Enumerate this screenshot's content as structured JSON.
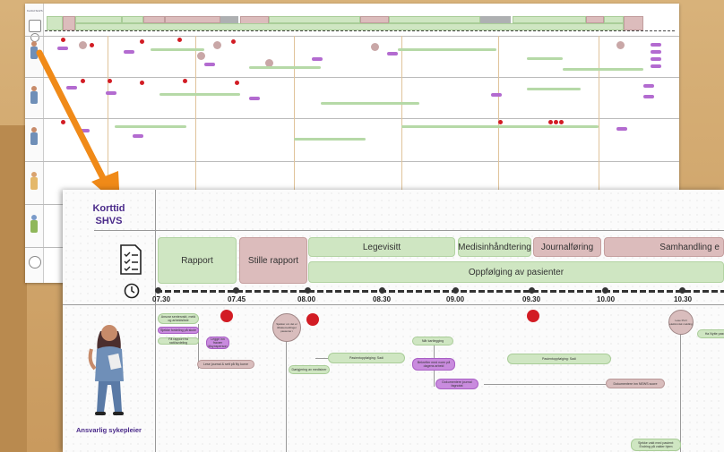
{
  "board": {
    "title": "Korttid SHVS"
  },
  "overview": {
    "header": "Korttid\nSHVS"
  },
  "phases": {
    "rapport": "Rapport",
    "stille_rapport": "Stille rapport",
    "legevisitt": "Legevisitt",
    "medisinhandtering": "Medisinhåndtering",
    "journalforing": "Journalføring",
    "samhandling": "Samhandling e",
    "oppfolging": "Oppfølging av pasienter"
  },
  "times": [
    "07.30",
    "07.45",
    "08.00",
    "08.30",
    "09.00",
    "09.30",
    "10.00",
    "10.30"
  ],
  "role": {
    "label": "Ansvarlig sykepleier"
  },
  "tasks": {
    "t1": "Ansvar sentervakt, meld og arbeidsliste",
    "t2": "Sjekke fordeling på skole",
    "t3": "Få rapport fra natt/avdeling",
    "t4": "Legge inn fravær tilsynsperson",
    "t5": "Lese journal & sett på Ny kurve",
    "t6": "Sjekker om det er tilbakemeldinger pasienter i",
    "t7": "Pasientoppfølging: Sadi",
    "t8": "Dørigjering av medisiner",
    "t9": "Når kartlegging",
    "t10": "Bekrefter med noen på dagens arbeid",
    "t11": "Dokumentere journal fagnotat",
    "t12": "Pasientoppfølging: Sadi",
    "t13": "Dokumentere inn NEWS score",
    "t14": "Lese PLO elektronisk melding",
    "t15": "Ha Nytte pass",
    "t16": "Sjekke vakt med pasient: Endring på vakter hjem"
  },
  "colors": {
    "green": "#cfe6c2",
    "rose": "#dcbcbc",
    "purple": "#c98bde",
    "red": "#d21c24",
    "arrow": "#f08a18",
    "title": "#4a2a8a"
  }
}
